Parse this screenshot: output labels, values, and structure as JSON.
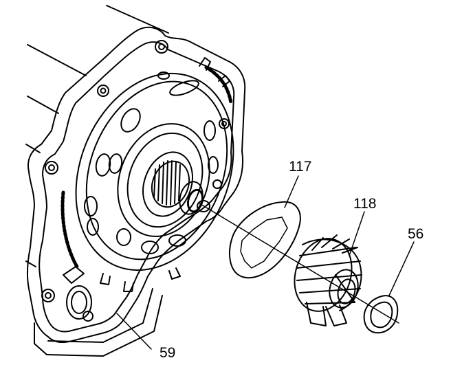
{
  "callouts": {
    "c117": "117",
    "c118": "118",
    "c56": "56",
    "c59": "59"
  },
  "colors": {
    "ink": "#000000",
    "background": "#ffffff"
  }
}
